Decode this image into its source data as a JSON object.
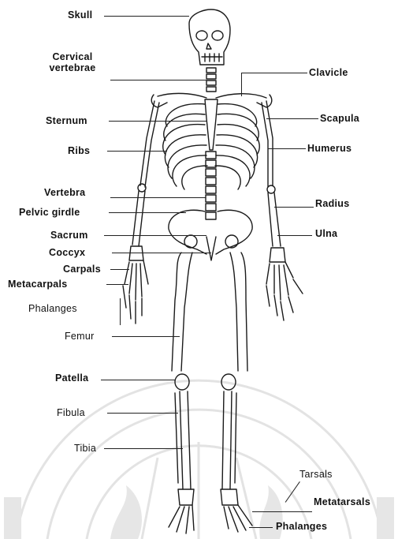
{
  "labels": {
    "skull": "Skull",
    "cervical_line1": "Cervical",
    "cervical_line2": "vertebrae",
    "clavicle": "Clavicle",
    "sternum": "Sternum",
    "scapula": "Scapula",
    "ribs": "Ribs",
    "humerus": "Humerus",
    "vertebra": "Vertebra",
    "radius": "Radius",
    "pelvic_girdle": "Pelvic girdle",
    "sacrum": "Sacrum",
    "ulna": "Ulna",
    "coccyx": "Coccyx",
    "carpals": "Carpals",
    "metacarpals": "Metacarpals",
    "phalanges_hand": "Phalanges",
    "femur": "Femur",
    "patella": "Patella",
    "fibula": "Fibula",
    "tibia": "Tibia",
    "tarsals": "Tarsals",
    "metatarsals": "Metatarsals",
    "phalanges_foot": "Phalanges"
  },
  "colors": {
    "ink": "#1a1a1a",
    "watermark": "#e2e2e2",
    "background": "#ffffff"
  }
}
